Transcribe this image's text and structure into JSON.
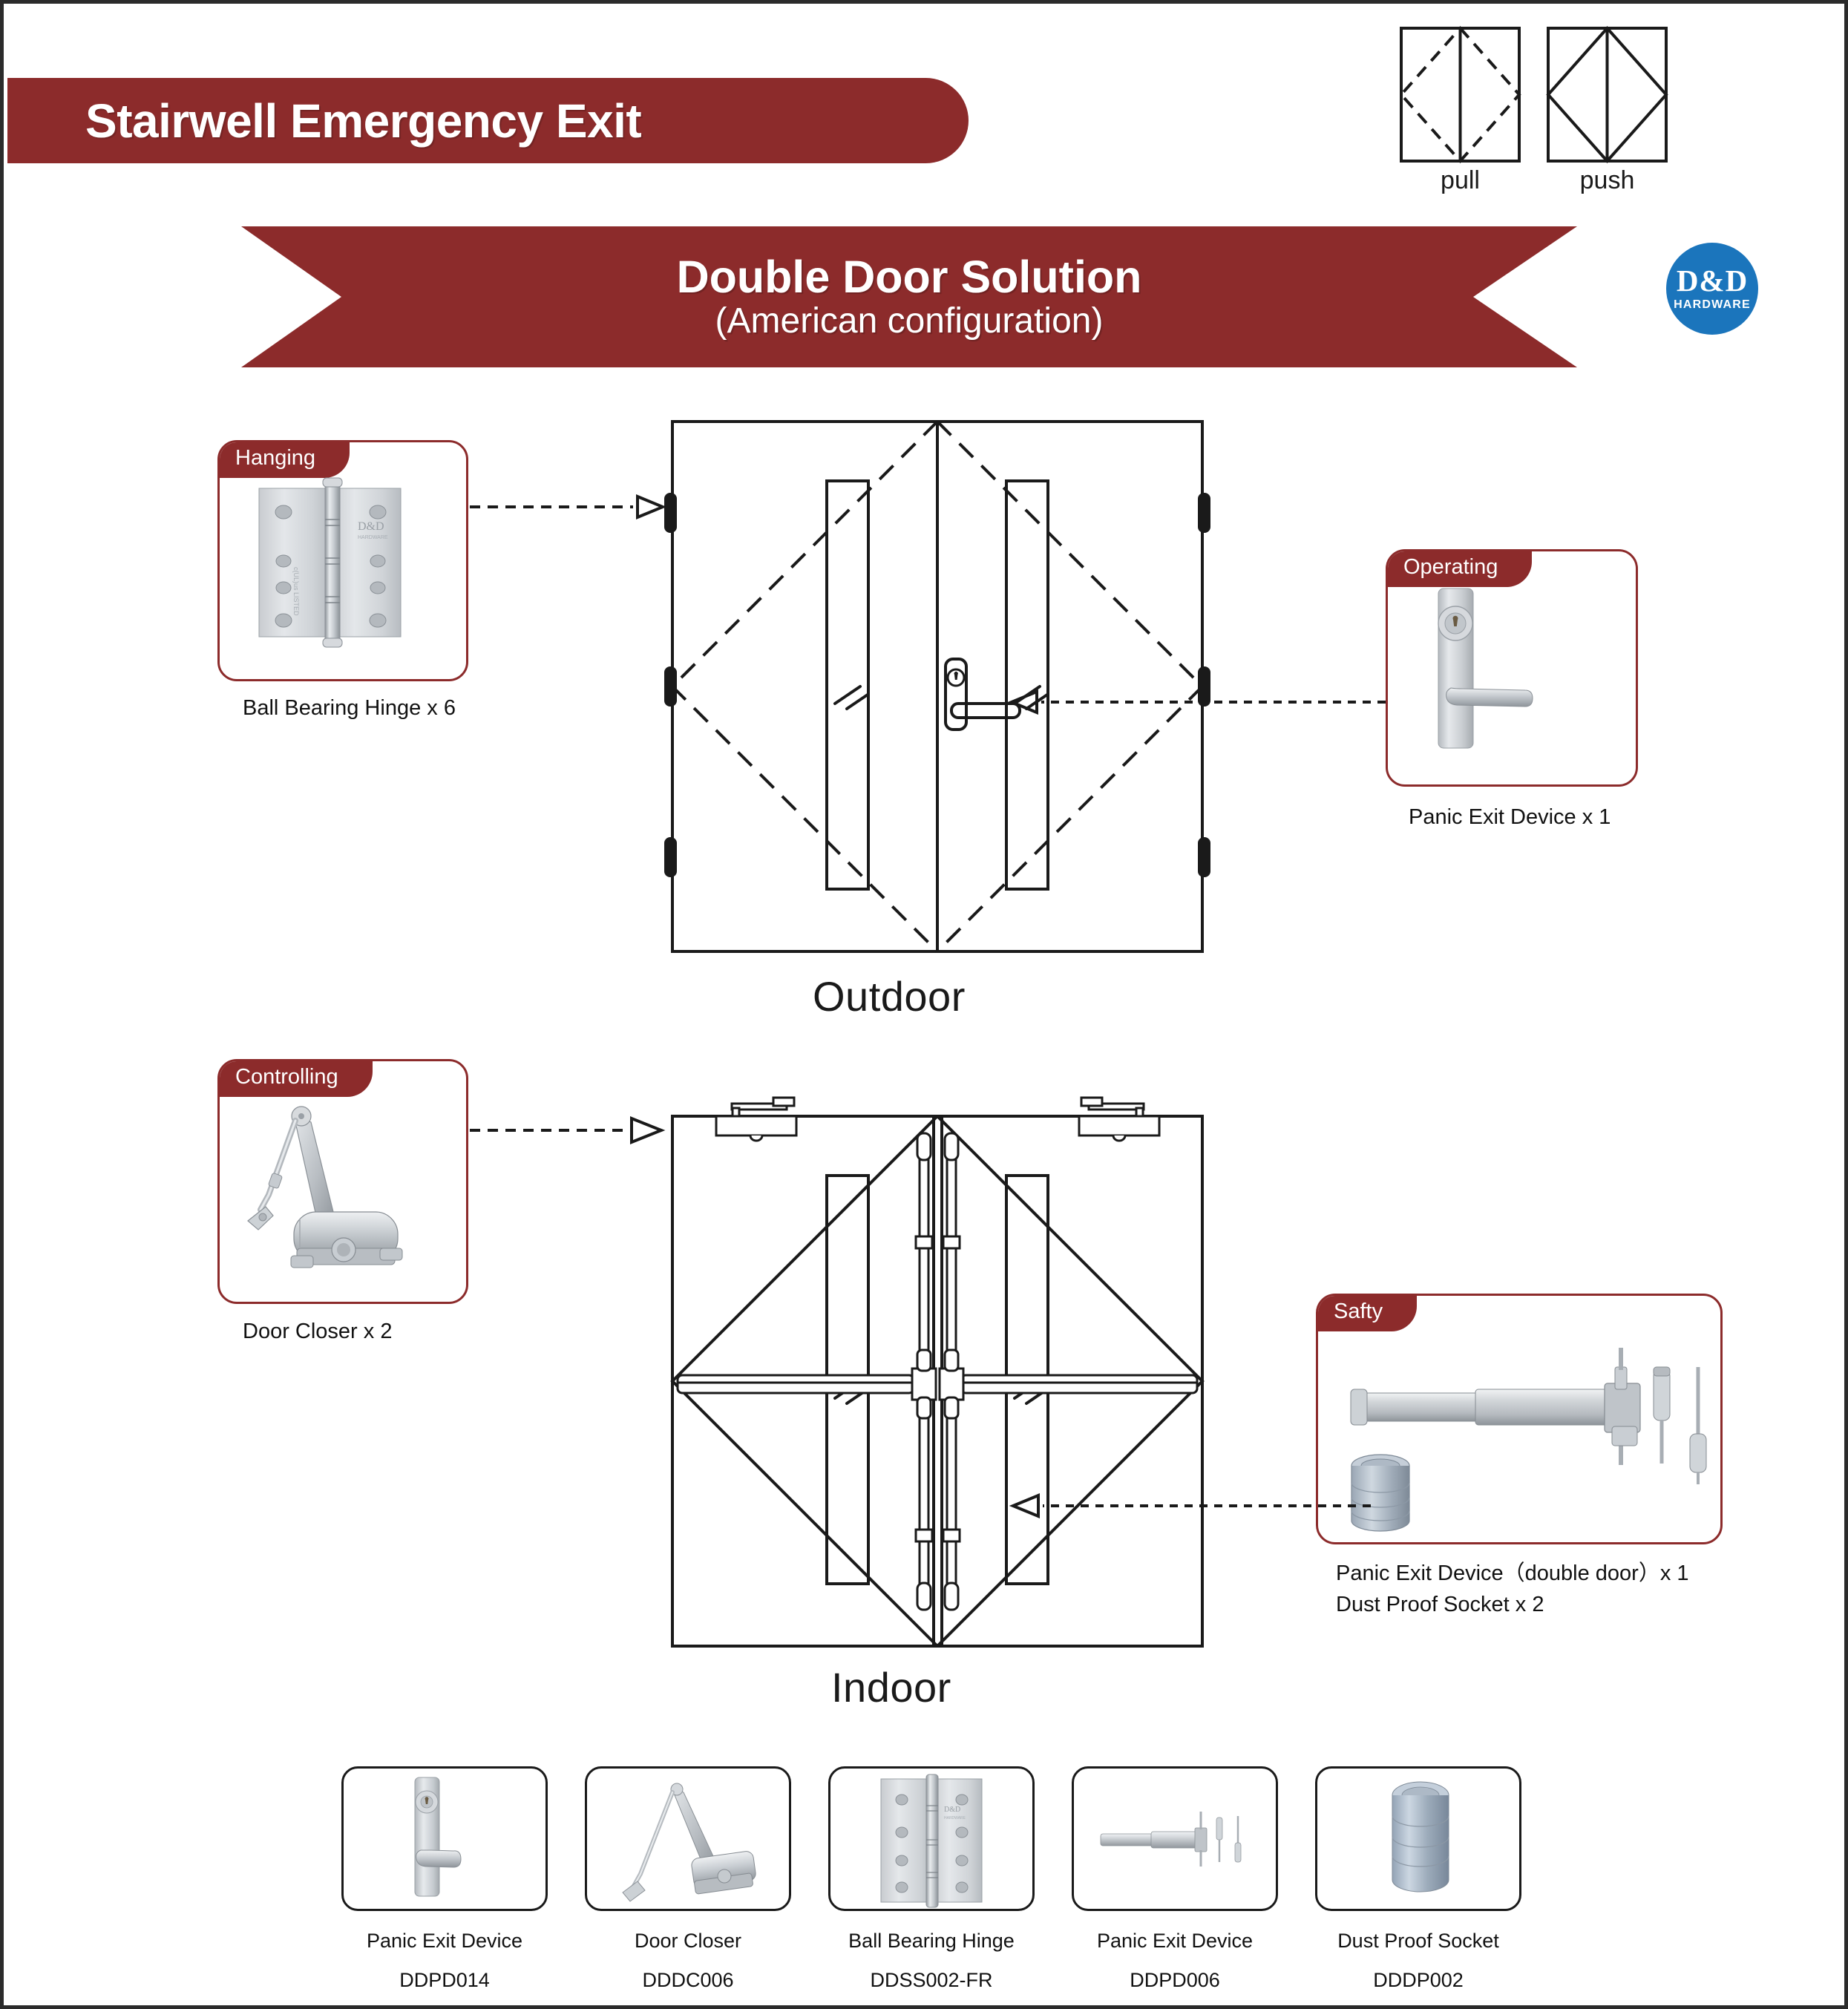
{
  "header": {
    "title": "Stairwell Emergency Exit",
    "ribbon_title": "Double Door Solution",
    "ribbon_subtitle": "(American configuration)"
  },
  "logo": {
    "main": "D&D",
    "sub": "HARDWARE",
    "color": "#1B75BC"
  },
  "theme": {
    "brand_red": "#8C2B2B",
    "line_black": "#1a1a1a",
    "metal_light": "#d9dcdf",
    "metal_mid": "#a9aeb3",
    "metal_dark": "#7e848a"
  },
  "door_key": {
    "items": [
      {
        "label": "pull",
        "style": "dashed"
      },
      {
        "label": "push",
        "style": "solid"
      }
    ]
  },
  "callouts": [
    {
      "id": "hanging",
      "tag": "Hanging",
      "caption": "Ball Bearing Hinge x 6",
      "product": "ball-bearing-hinge"
    },
    {
      "id": "operating",
      "tag": "Operating",
      "caption": "Panic Exit Device x 1",
      "product": "lever-escutcheon"
    },
    {
      "id": "controlling",
      "tag": "Controlling",
      "caption": "Door Closer x 2",
      "product": "door-closer"
    },
    {
      "id": "safty",
      "tag": "Safty",
      "caption": "Panic Exit Device（double door）x 1\nDust Proof Socket x 2",
      "product": "panic-bar-and-socket"
    }
  ],
  "views": [
    {
      "id": "outdoor",
      "label": "Outdoor"
    },
    {
      "id": "indoor",
      "label": "Indoor"
    }
  ],
  "products": [
    {
      "name": "Panic Exit Device",
      "code": "DDPD014",
      "icon": "lever-escutcheon"
    },
    {
      "name": "Door Closer",
      "code": "DDDC006",
      "icon": "door-closer"
    },
    {
      "name": "Ball Bearing Hinge",
      "code": "DDSS002-FR",
      "icon": "ball-bearing-hinge"
    },
    {
      "name": "Panic Exit Device",
      "code": "DDPD006",
      "icon": "panic-bar"
    },
    {
      "name": "Dust Proof Socket",
      "code": "DDDP002",
      "icon": "dust-proof-socket"
    }
  ]
}
